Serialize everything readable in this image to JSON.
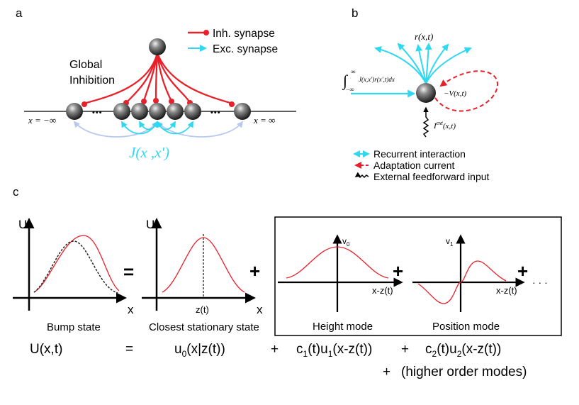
{
  "panel_a": {
    "label": "a",
    "legend_inh": "Inh. synapse",
    "legend_exc": "Exc. synapse",
    "global_line1": "Global",
    "global_line2": "Inhibition",
    "left_end": "x = −∞",
    "right_end": "x = ∞",
    "dots": "•••",
    "kernel": "J(x ,x′)",
    "colors": {
      "inh": "#e8202a",
      "exc": "#2fd8f0",
      "exc_light": "#b9c8ef"
    }
  },
  "panel_b": {
    "label": "b",
    "rate": "r(x,t)",
    "integral_upper": "∞",
    "integral_lower": "−∞",
    "integrand": "J(x,x′)r(x′,t)dx",
    "adaptation": "−V(x,t)",
    "external": "I",
    "external_sup": "ext",
    "external_args": "(x,t)",
    "legend": [
      "Recurrent interaction",
      "Adaptation current",
      "External feedforward input"
    ]
  },
  "panel_c": {
    "label": "c",
    "axis_U": "U",
    "axis_x": "x",
    "z_tick": "z(t)",
    "v0": "v",
    "v0_sub": "0",
    "v1": "v",
    "v1_sub": "1",
    "xz": "x-z(t)",
    "equals": "=",
    "plus": "+",
    "ellipsis": "· · ·",
    "captions": {
      "bump": "Bump state",
      "stationary": "Closest stationary state",
      "height": "Height mode",
      "position": "Position mode"
    },
    "equation": {
      "lhs": "U(x,t)",
      "eq": "=",
      "t1": "u",
      "t1_sub": "0",
      "t1_rest": "(x|z(t))",
      "p1": "+",
      "t2a": "c",
      "t2a_sub": "1",
      "t2b": "(t)u",
      "t2b_sub": "1",
      "t2c": "(x-z(t))",
      "p2": "+",
      "t3a": "c",
      "t3a_sub": "2",
      "t3b": "(t)u",
      "t3b_sub": "2",
      "t3c": "(x-z(t))",
      "p3": "+",
      "higher": "(higher order modes)"
    }
  }
}
